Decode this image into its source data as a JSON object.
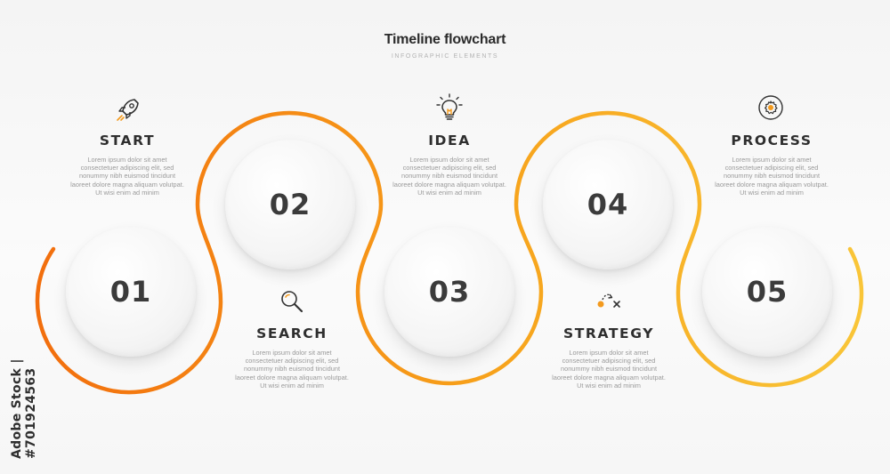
{
  "header": {
    "title": "Timeline flowchart",
    "subtitle": "INFOGRAPHIC ELEMENTS"
  },
  "colors": {
    "gradient_start": "#f26a0c",
    "gradient_mid": "#f7a21b",
    "gradient_end": "#f9c83a",
    "text_dark": "#2e2e2e",
    "text_muted": "#9a9a9a"
  },
  "steps": [
    {
      "number": "01",
      "label": "START",
      "icon": "rocket-icon",
      "desc": "Lorem ipsum dolor sit amet consectetuer adipiscing elit, sed nonummy nibh euismod tincidunt laoreet dolore magna aliquam volutpat. Ut wisi enim ad minim"
    },
    {
      "number": "02",
      "label": "SEARCH",
      "icon": "magnifier-icon",
      "desc": "Lorem ipsum dolor sit amet consectetuer adipiscing elit, sed nonummy nibh euismod tincidunt laoreet dolore magna aliquam volutpat. Ut wisi enim ad minim"
    },
    {
      "number": "03",
      "label": "IDEA",
      "icon": "lightbulb-icon",
      "desc": "Lorem ipsum dolor sit amet consectetuer adipiscing elit, sed nonummy nibh euismod tincidunt laoreet dolore magna aliquam volutpat. Ut wisi enim ad minim"
    },
    {
      "number": "04",
      "label": "STRATEGY",
      "icon": "strategy-icon",
      "desc": "Lorem ipsum dolor sit amet consectetuer adipiscing elit, sed nonummy nibh euismod tincidunt laoreet dolore magna aliquam volutpat. Ut wisi enim ad minim"
    },
    {
      "number": "05",
      "label": "PROCESS",
      "icon": "gear-icon",
      "desc": "Lorem ipsum dolor sit amet consectetuer adipiscing elit, sed nonummy nibh euismod tincidunt laoreet dolore magna aliquam volutpat. Ut wisi enim ad minim"
    }
  ],
  "watermark": "Adobe Stock | #701924563"
}
